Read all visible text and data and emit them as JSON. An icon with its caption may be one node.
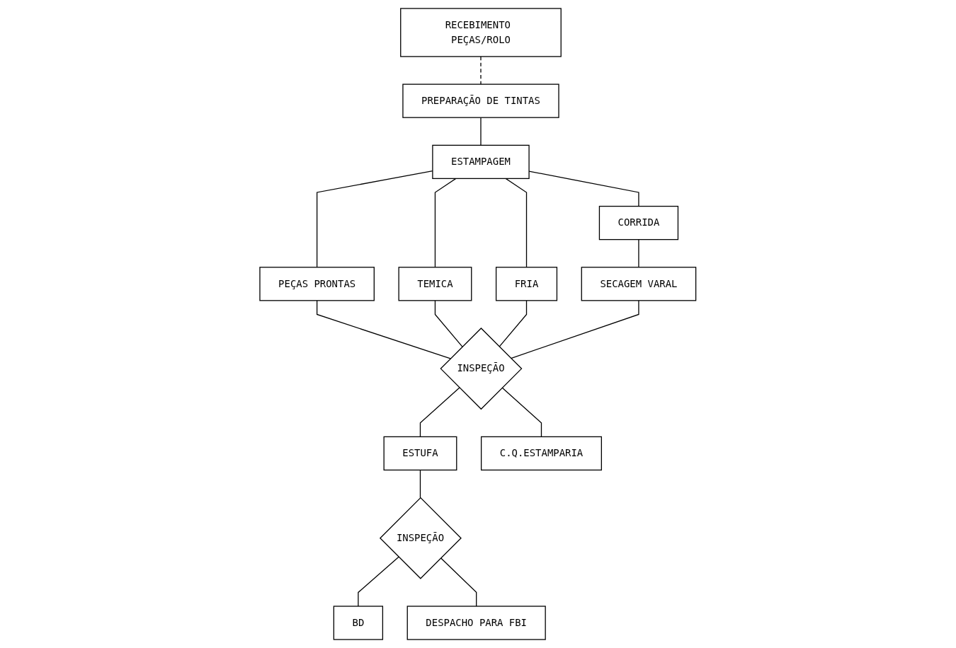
{
  "diagram": {
    "nodes": [
      {
        "text": [
          "RECEBIMENTO PEÇAS/ROLO"
        ]
      },
      {
        "text": [
          "PREPARAÇÃO DE TINTAS"
        ]
      },
      {
        "text": [
          "ESTAMPAGEM"
        ]
      },
      {
        "text": [
          "PEÇAS PRONTAS"
        ]
      },
      {
        "text": [
          "TEMICA"
        ]
      },
      {
        "text": [
          "FRIA"
        ]
      },
      {
        "text": [
          "CORRIDA"
        ]
      },
      {
        "text": [
          "SECAGEM VARAL"
        ]
      },
      {
        "text": [
          "INSPEÇÃO"
        ]
      },
      {
        "text": [
          "ESTUFA"
        ]
      },
      {
        "text": [
          "INSPEÇÃO"
        ]
      },
      {
        "text": [
          "BD"
        ]
      },
      {
        "text": [
          "C.Q.ESTAMPARIA"
        ]
      },
      {
        "text": [
          "DESPACHO PARA FBI"
        ]
      }
    ],
    "edges": [
      {
        "from": 0,
        "to": 1,
        "arrow": "none",
        "style": "dashed"
      },
      {
        "from": 1,
        "to": 2,
        "arrow": "none"
      },
      {
        "from": 2,
        "to": 3,
        "arrow": "none"
      },
      {
        "from": 2,
        "to": 4,
        "arrow": "none"
      },
      {
        "from": 2,
        "to": 5,
        "arrow": "none"
      },
      {
        "from": 2,
        "to": 6,
        "arrow": "none"
      },
      {
        "from": 6,
        "to": 7,
        "arrow": "none"
      },
      {
        "from": 3,
        "to": 8,
        "arrow": "none"
      },
      {
        "from": 4,
        "to": 8,
        "arrow": "none"
      },
      {
        "from": 5,
        "to": 8,
        "arrow": "none"
      },
      {
        "from": 7,
        "to": 8,
        "arrow": "none"
      },
      {
        "from": 8,
        "to": 9,
        "arrow": "none"
      },
      {
        "from": 8,
        "to": 12,
        "arrow": "none"
      },
      {
        "from": 9,
        "to": 10,
        "arrow": "none"
      },
      {
        "from": 10,
        "to": 11,
        "arrow": "none"
      },
      {
        "from": 10,
        "to": 13,
        "arrow": "none"
      }
    ]
  }
}
